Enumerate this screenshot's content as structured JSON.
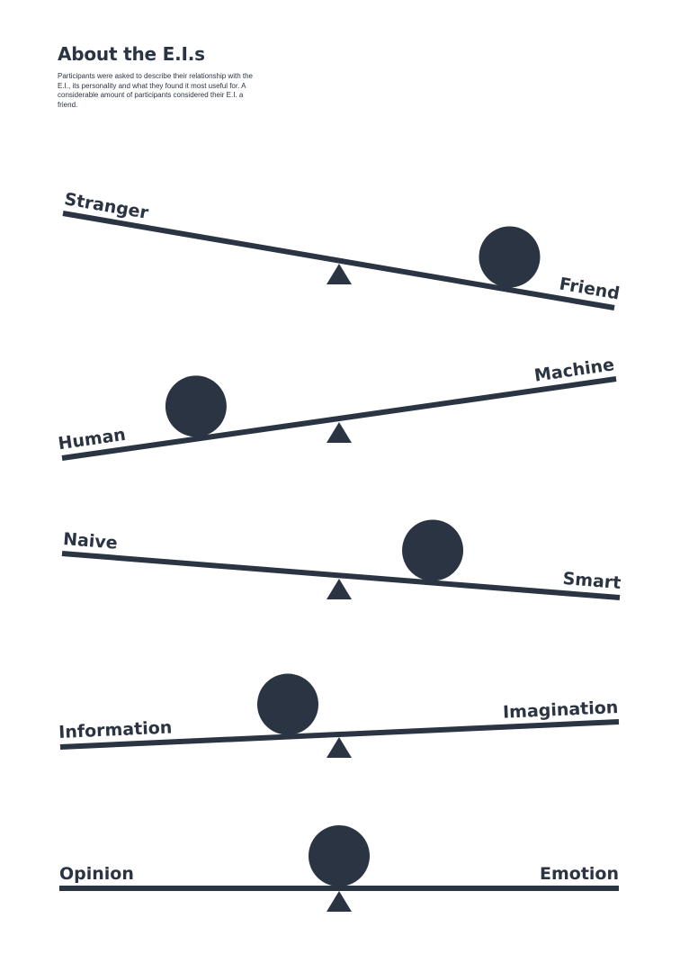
{
  "header": {
    "title": "About the E.I.s",
    "intro": "Participants were asked to describe their relationship with the E.I., its personality and what they found it most useful for. A considerable amount of participants considered their E.I. a friend."
  },
  "colors": {
    "ink": "#2b3442",
    "background": "#ffffff"
  },
  "scales": [
    {
      "left": "Stranger",
      "right": "Friend",
      "position": 0.8
    },
    {
      "left": "Human",
      "right": "Machine",
      "position": 0.25
    },
    {
      "left": "Naive",
      "right": "Smart",
      "position": 0.66
    },
    {
      "left": "Information",
      "right": "Imagination",
      "position": 0.41
    },
    {
      "left": "Opinion",
      "right": "Emotion",
      "position": 0.5
    }
  ]
}
